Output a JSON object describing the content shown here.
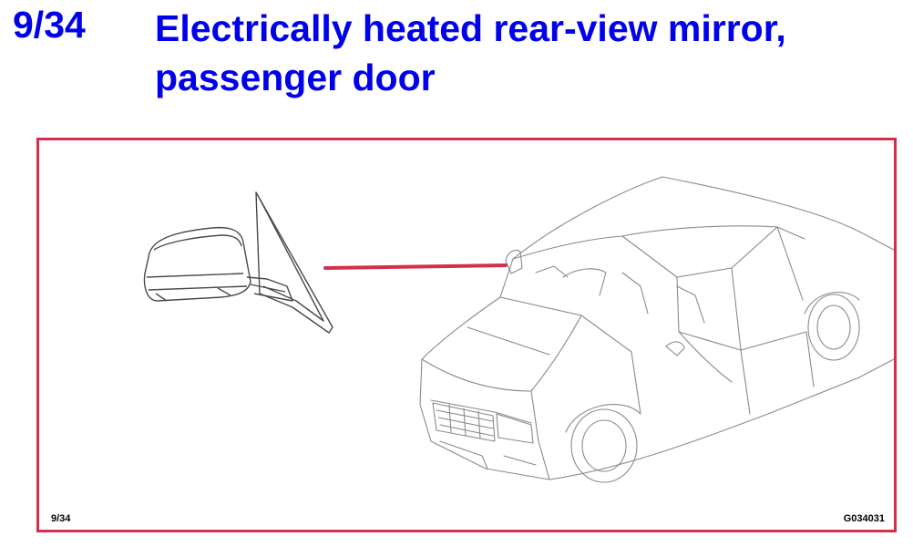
{
  "header": {
    "page_number": "9/34",
    "title": "Electrically heated rear-view mirror, passenger door"
  },
  "figure": {
    "page_ref": "9/34",
    "figure_code": "G034031"
  },
  "colors": {
    "heading": "#0000ee",
    "frame": "#d2304a",
    "pointer": "#d2304a",
    "lineart": "#7a7a7a"
  }
}
